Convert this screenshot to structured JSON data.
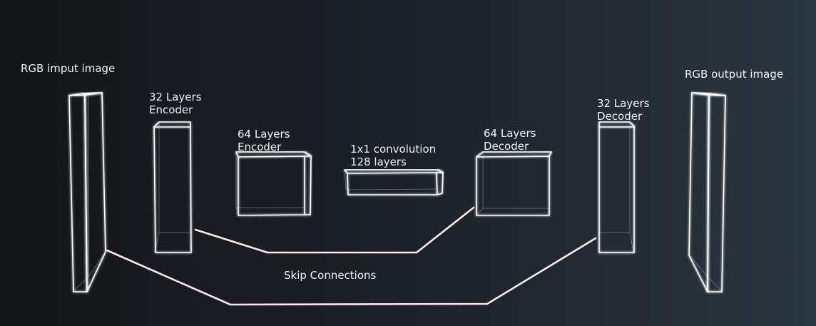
{
  "labels": {
    "input_image": "RGB imput image",
    "enc32": [
      "32 Layers",
      "Encoder"
    ],
    "enc64": [
      "64 Layers",
      "Encoder"
    ],
    "bottleneck": [
      "1x1 convolution",
      "128 layers"
    ],
    "dec64": [
      "64 Layers",
      "Decoder"
    ],
    "dec32": [
      "32 Layers",
      "Decoder"
    ],
    "output_image": "RGB output image",
    "skip": "Skip Connections"
  },
  "colors": {
    "background_left": "#141518",
    "background_right": "#2a3640",
    "box_edge": "#ffffff",
    "skip_line": "#fbe6e8",
    "text": "#f2f2f2"
  }
}
